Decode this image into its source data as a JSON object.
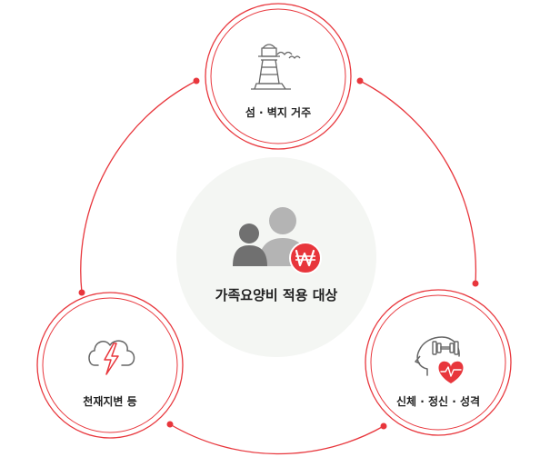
{
  "center": {
    "label": "가족요양비 적용 대상",
    "icon": "people-won-icon"
  },
  "nodes": {
    "top": {
      "label": "섬 · 벽지 거주",
      "icon": "lighthouse-icon"
    },
    "left": {
      "label": "천재지변 등",
      "icon": "storm-cloud-icon"
    },
    "right": {
      "label": "신체 · 정신 · 성격",
      "icon": "head-dumbbell-heart-icon"
    }
  },
  "colors": {
    "accent": "#e8363c",
    "center_bg": "#f4f6f3",
    "icon_gray": "#666666",
    "person_dark": "#707070",
    "person_light": "#b4b4b4",
    "text": "#222222"
  }
}
